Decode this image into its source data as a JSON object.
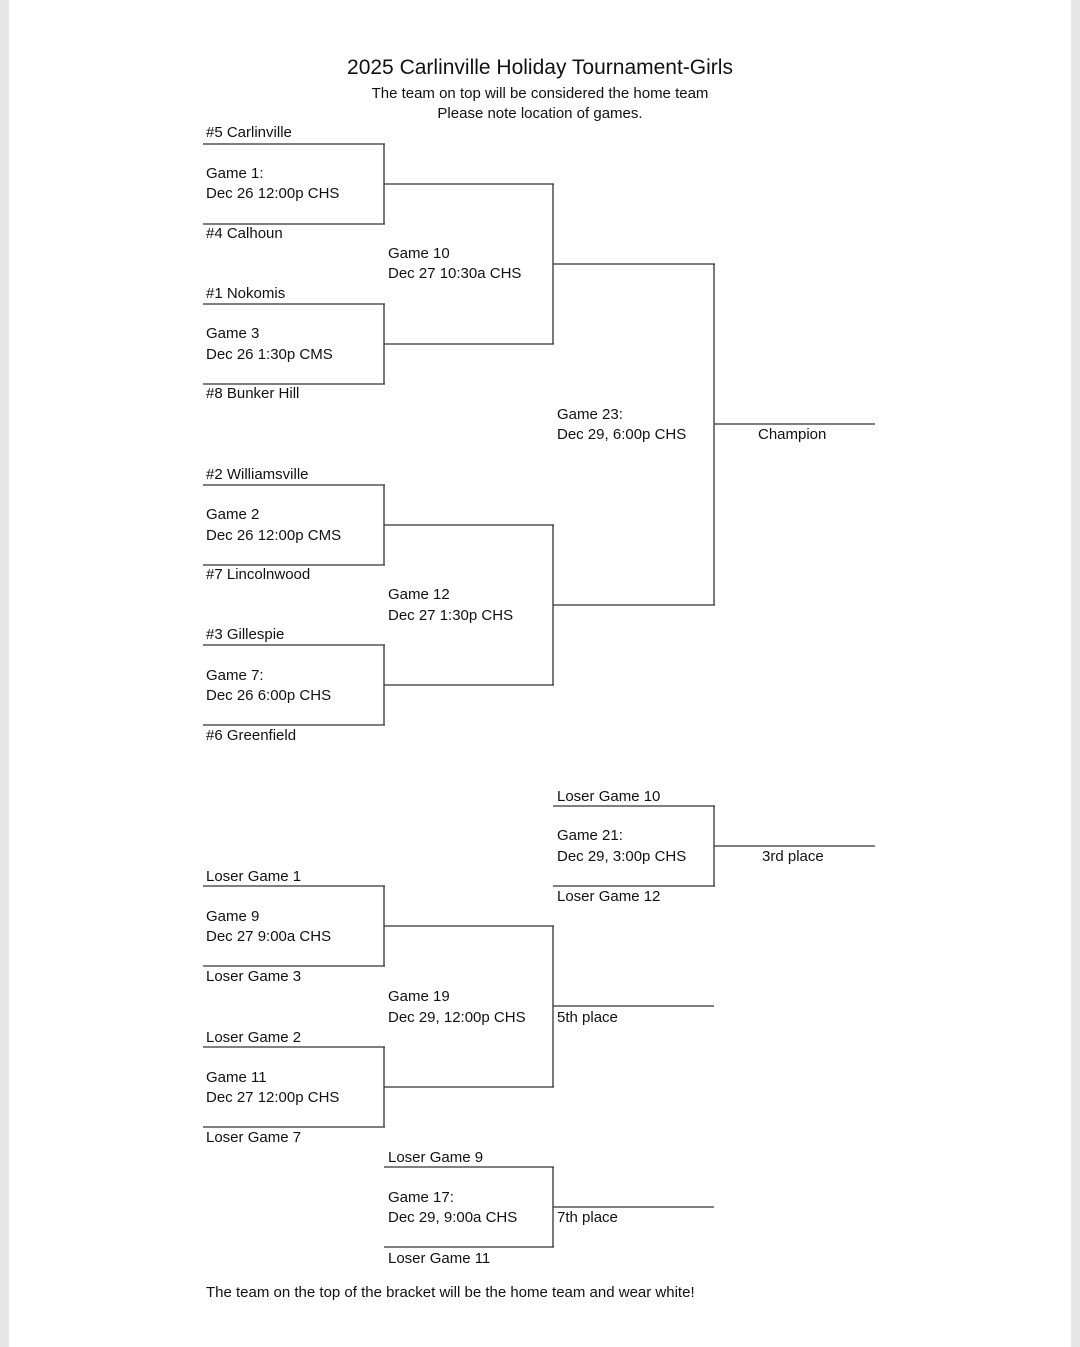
{
  "title": "2025 Carlinville Holiday Tournament-Girls",
  "subtitle1": "The team on top will be considered the home team",
  "subtitle2": "Please note location of games.",
  "teams": [
    "#5 Carlinville",
    "#4 Calhoun",
    "#1 Nokomis",
    "#8 Bunker Hill",
    "#2 Williamsville",
    "#7 Lincolnwood",
    "#3 Gillespie",
    "#6 Greenfield"
  ],
  "games": {
    "g1": [
      "Game 1:",
      "Dec 26 12:00p CHS"
    ],
    "g3": [
      "Game 3",
      "Dec 26 1:30p CMS"
    ],
    "g2": [
      "Game 2",
      "Dec 26 12:00p CMS"
    ],
    "g7": [
      "Game 7:",
      "Dec 26 6:00p CHS"
    ],
    "g10": [
      "Game 10",
      "Dec 27 10:30a CHS"
    ],
    "g12": [
      "Game 12",
      "Dec 27 1:30p CHS"
    ],
    "g23": [
      "Game 23:",
      "Dec 29, 6:00p CHS"
    ],
    "g21": [
      "Game 21:",
      "Dec 29, 3:00p CHS"
    ],
    "g9": [
      "Game 9",
      "Dec 27 9:00a CHS"
    ],
    "g11": [
      "Game 11",
      "Dec 27 12:00p CHS"
    ],
    "g19": [
      "Game 19",
      "Dec 29, 12:00p CHS"
    ],
    "g17": [
      "Game 17:",
      "Dec 29, 9:00a CHS"
    ]
  },
  "losers": [
    "Loser Game 10",
    "Loser Game 12",
    "Loser Game 1",
    "Loser Game 3",
    "Loser Game 2",
    "Loser Game 7",
    "Loser Game 9",
    "Loser Game 11"
  ],
  "places": {
    "champion": "Champion",
    "third": "3rd place",
    "fifth": "5th place",
    "seventh": "7th place"
  },
  "footer": "The team on the top of the bracket will be the home team and wear white!"
}
